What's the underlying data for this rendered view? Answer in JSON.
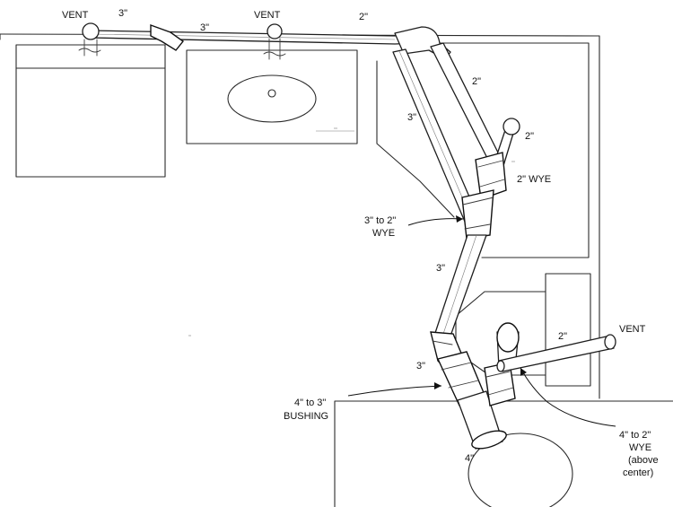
{
  "labels": {
    "vent_left": "VENT",
    "vent_mid": "VENT",
    "vent_right": "VENT",
    "top_pipe_3_left": "3\"",
    "top_pipe_3_mid": "3\"",
    "top_pipe_2_right": "2\"",
    "diag_2_upper": "2\"",
    "diag_3_upper": "3\"",
    "small_vent_2": "2\"",
    "wye_2": "2\" WYE",
    "wye_3_to_2_line1": "3\" to 2\"",
    "wye_3_to_2_line2": "WYE",
    "pipe_3_lower": "3\"",
    "vent_branch_2": "2\"",
    "pipe_3_bottom": "3\"",
    "bushing_line1": "4\" to 3\"",
    "bushing_line2": "BUSHING",
    "wye_4_to_2_line1": "4\" to 2\"",
    "wye_4_to_2_line2": "WYE",
    "wye_4_to_2_line3": "(above",
    "wye_4_to_2_line4": "center)",
    "pipe_4": "4\""
  }
}
